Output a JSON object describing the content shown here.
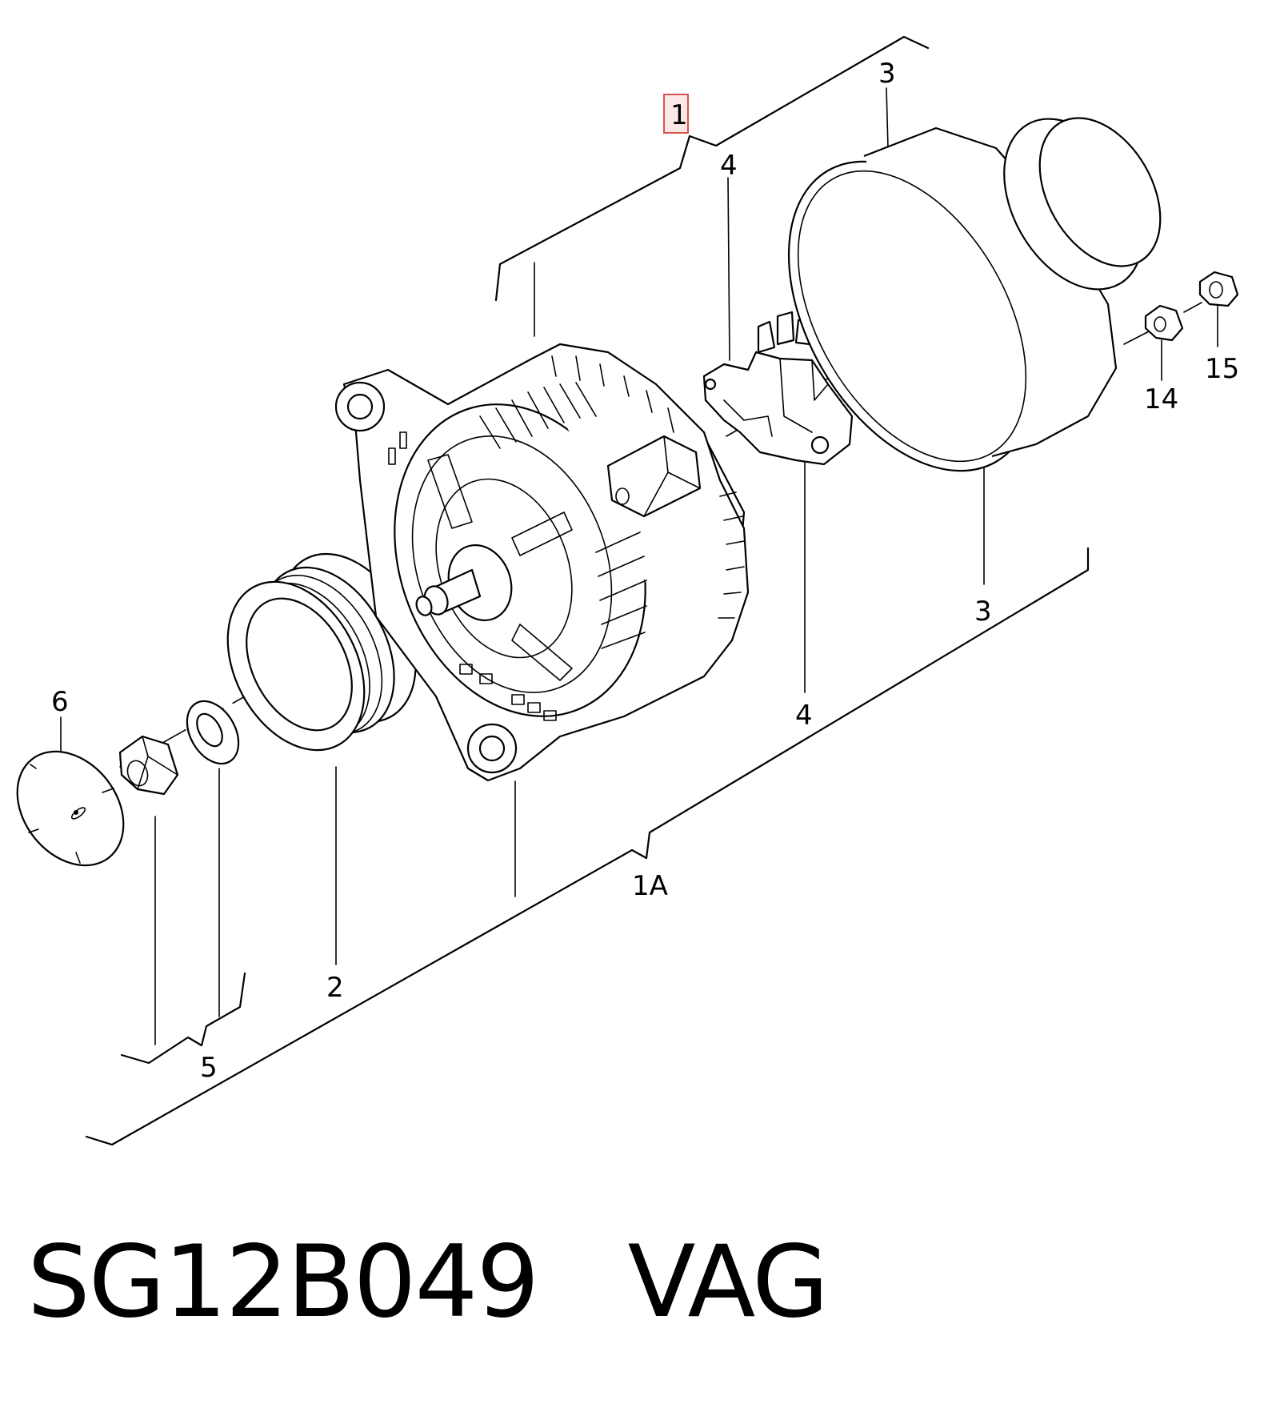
{
  "diagram": {
    "callouts": {
      "p1": "1",
      "p1a": "1A",
      "p2": "2",
      "p3_top": "3",
      "p3_bottom": "3",
      "p4_top": "4",
      "p4_bottom": "4",
      "p5": "5",
      "p6": "6",
      "p14": "14",
      "p15": "15"
    },
    "highlighted_callout": "1",
    "highlight_color": "#d9534f"
  },
  "caption": {
    "part_number": "SG12B049",
    "brand": "VAG"
  }
}
